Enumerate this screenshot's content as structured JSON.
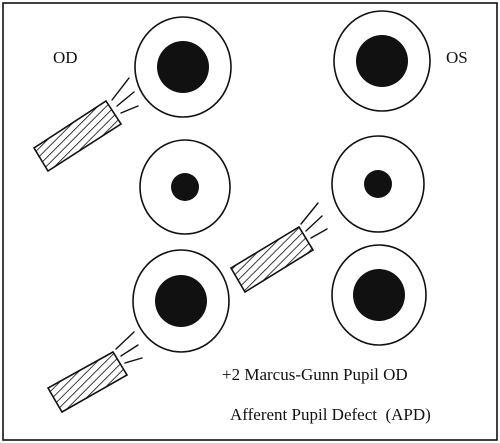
{
  "labels": {
    "od": "OD",
    "os": "OS",
    "finding": "+2 Marcus-Gunn Pupil OD",
    "diagnosis": "Afferent Pupil Defect  (APD)"
  },
  "colors": {
    "ink": "#111111",
    "background": "#ffffff"
  },
  "icons": {
    "flashlight": "flashlight-icon",
    "eye": "eye-icon"
  }
}
